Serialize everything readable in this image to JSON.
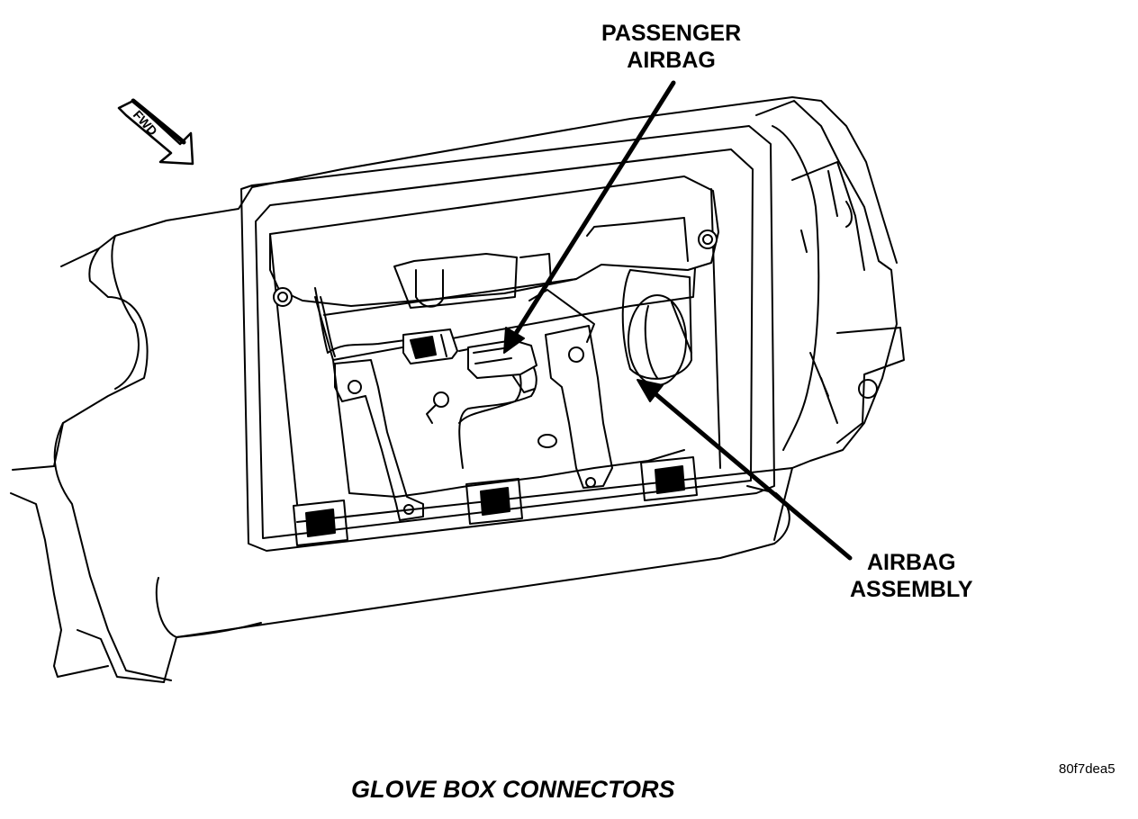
{
  "figure": {
    "caption": "GLOVE BOX CONNECTORS",
    "image_code": "80f7dea5",
    "fwd_label": "FWD"
  },
  "callouts": {
    "passenger_airbag": {
      "line1": "PASSENGER",
      "line2": "AIRBAG"
    },
    "airbag_assembly": {
      "line1": "AIRBAG",
      "line2": "ASSEMBLY"
    }
  },
  "colors": {
    "ink": "#000000",
    "paper": "#ffffff"
  }
}
